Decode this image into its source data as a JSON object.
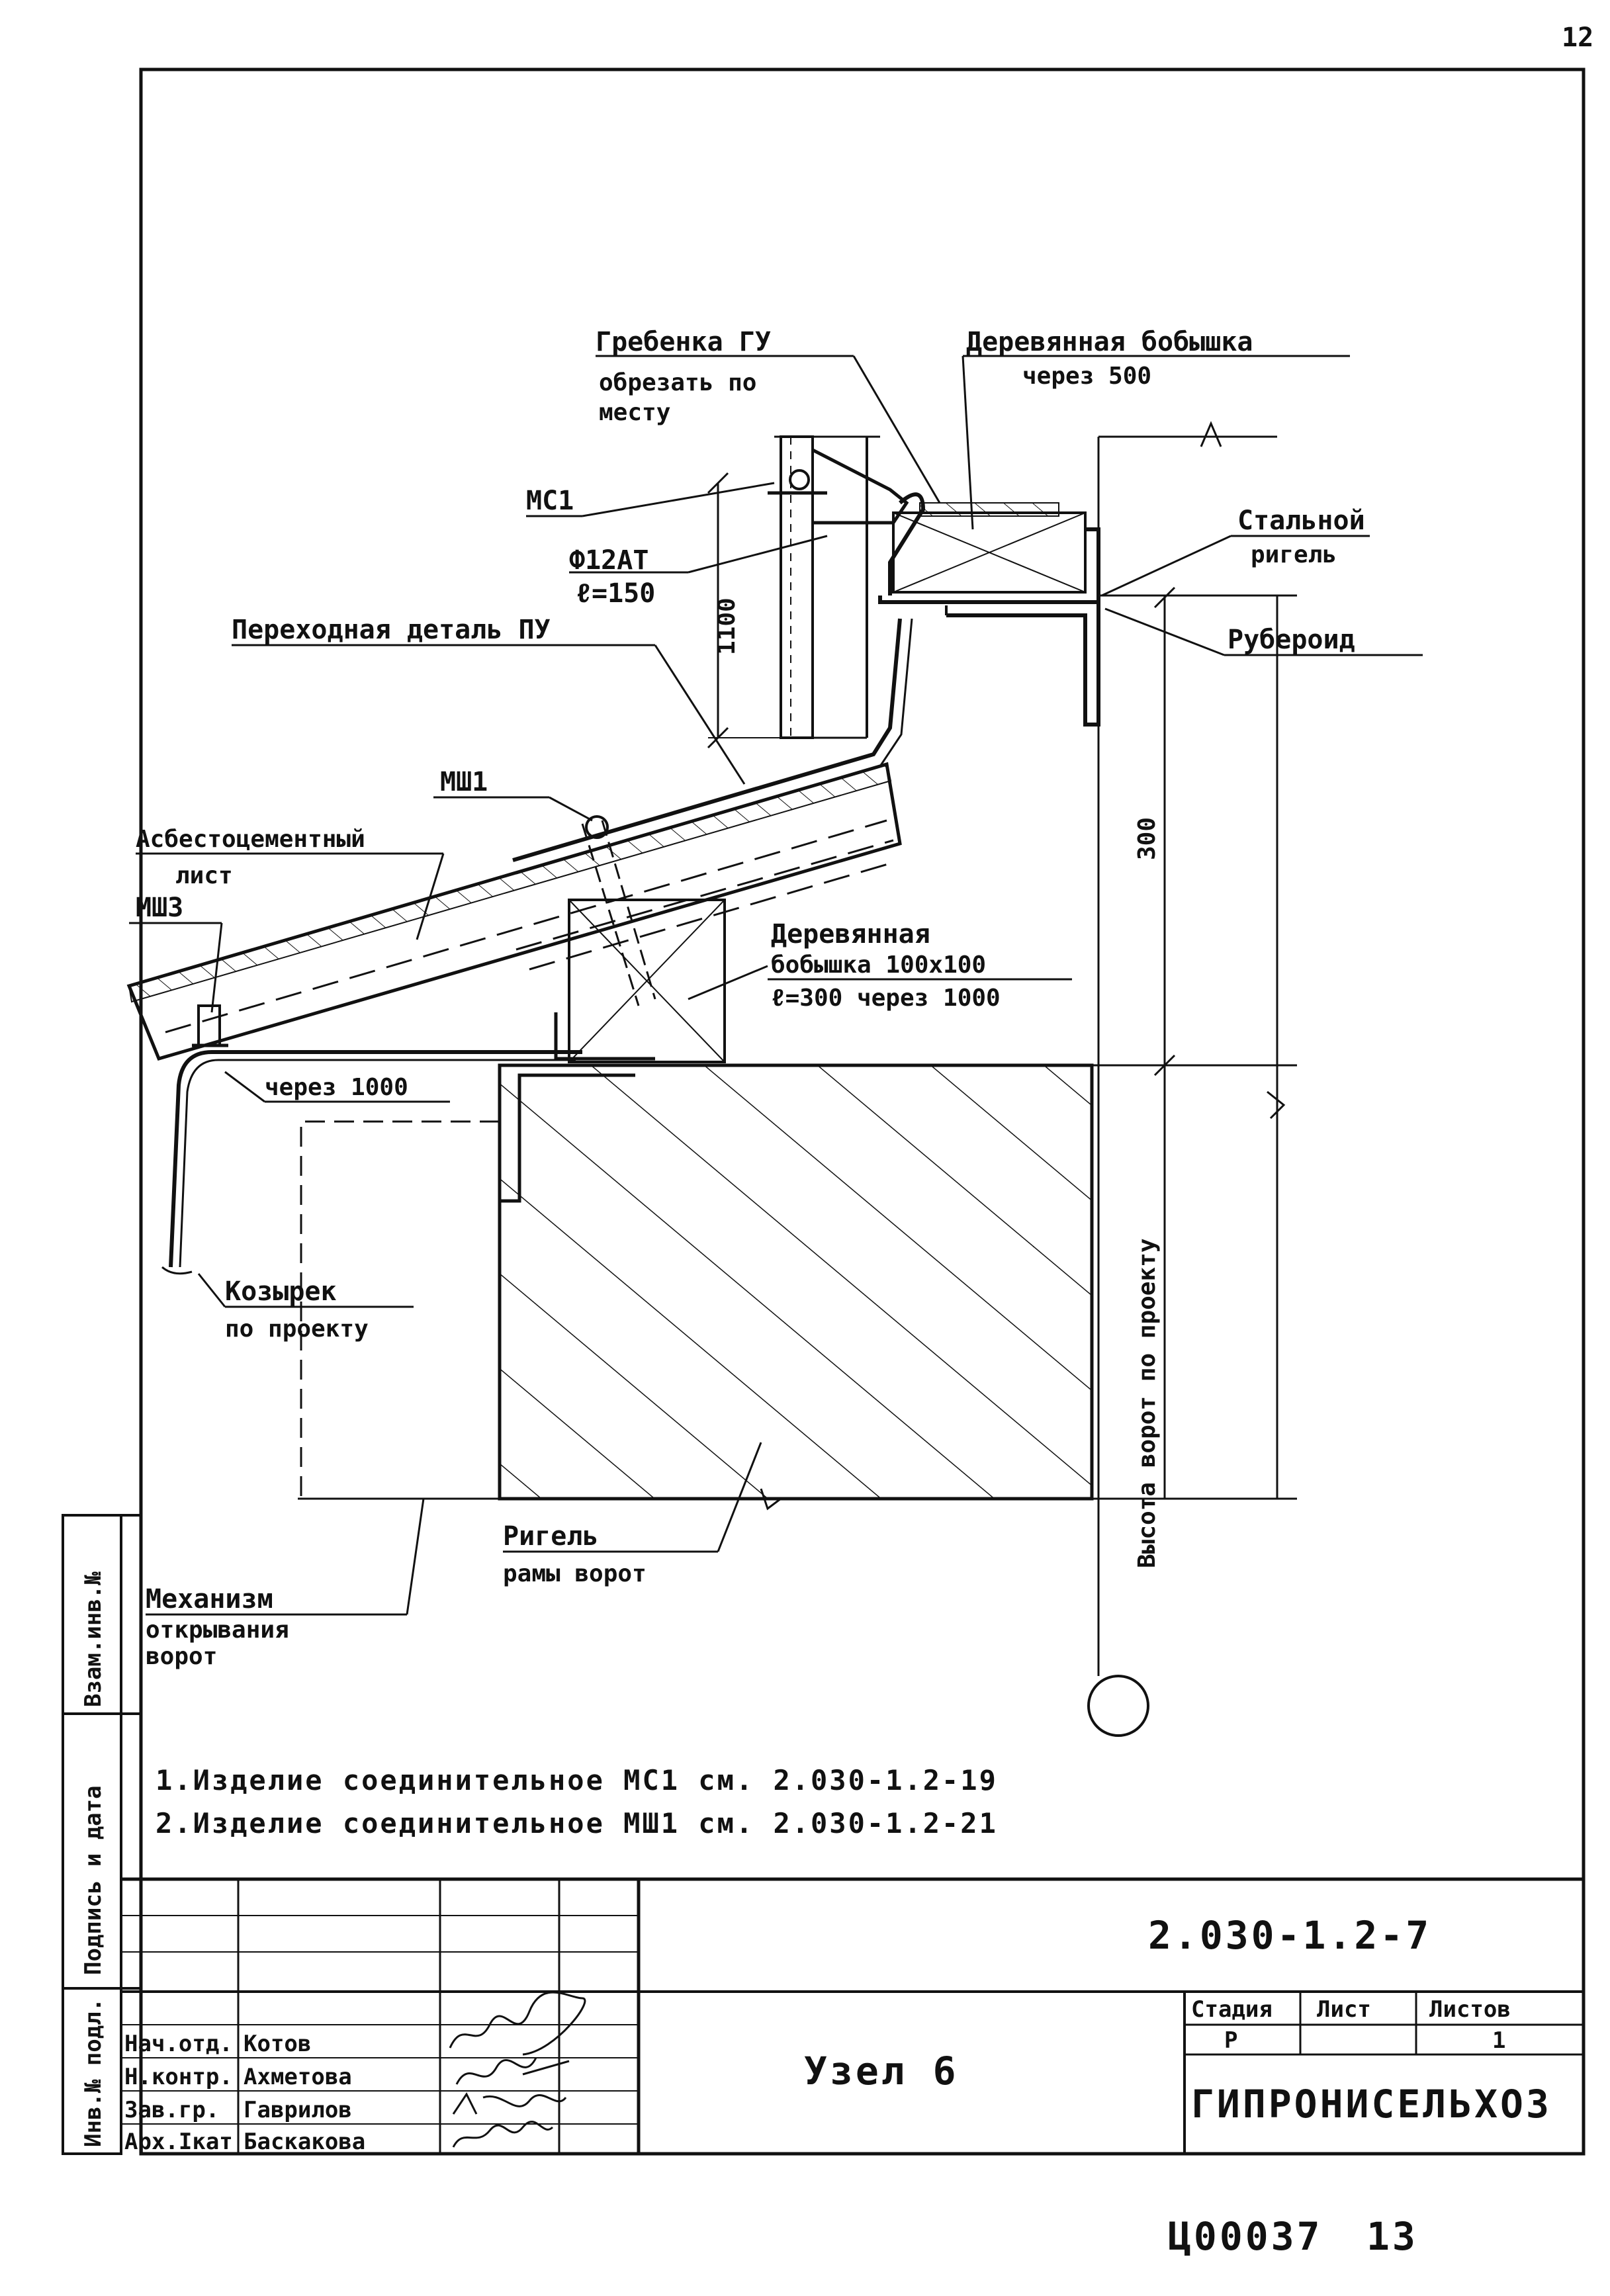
{
  "page_number": "12",
  "labels": {
    "grebenka": "Гребенка ГУ",
    "obrezat_1": "обрезать по",
    "obrezat_2": "месту",
    "boboshka_top_1": "Деревянная бобышка",
    "boboshka_top_2": "через 500",
    "mc1": "МС1",
    "phi": "Ф12АТ",
    "l150": "ℓ=150",
    "dim_1100": "1100",
    "stalnoy_1": "Стальной",
    "stalnoy_2": "ригель",
    "ruberoid": "Рубероид",
    "perehodnaya": "Переходная деталь ПУ",
    "msh1": "МШ1",
    "asbest_1": "Асбестоцементный",
    "asbest_2": "лист",
    "msh3": "МШ3",
    "boboshka_mid_1": "Деревянная",
    "boboshka_mid_2": "бобышка 100х100",
    "boboshka_mid_3": "ℓ=300 через 1000",
    "dim_300": "300",
    "cherez1000": "через 1000",
    "kozyrek_1": "Козырек",
    "kozyrek_2": "по проекту",
    "vysota": "Высота ворот по проекту",
    "mechanism_1": "Механизм",
    "mechanism_2": "открывания",
    "mechanism_3": "ворот",
    "rigel_1": "Ригель",
    "rigel_2": "рамы ворот"
  },
  "notes": [
    "1.Изделие соединительное МС1 см. 2.030-1.2-19",
    "2.Изделие соединительное МШ1 см. 2.030-1.2-21"
  ],
  "side_stamp": {
    "inv_podl": "Инв.№ подл.",
    "podpis_data": "Подпись и дата",
    "vzam_inv": "Взам.инв.№"
  },
  "title_block": {
    "code": "2.030-1.2-7",
    "title": "Узел 6",
    "stage_header": "Стадия",
    "sheet_header": "Лист",
    "sheets_header": "Листов",
    "stage": "Р",
    "sheets": "1",
    "organization": "ГИПРОНИСЕЛЬХОЗ",
    "signers": [
      {
        "role": "Нач.отд.",
        "name": "Котов"
      },
      {
        "role": "Н.контр.",
        "name": "Ахметова"
      },
      {
        "role": "Зав.гр.",
        "name": "Гаврилов"
      },
      {
        "role": "Арх.Iкат",
        "name": "Баскакова"
      }
    ]
  },
  "bottom_code": "Ц00037",
  "bottom_page": "13"
}
